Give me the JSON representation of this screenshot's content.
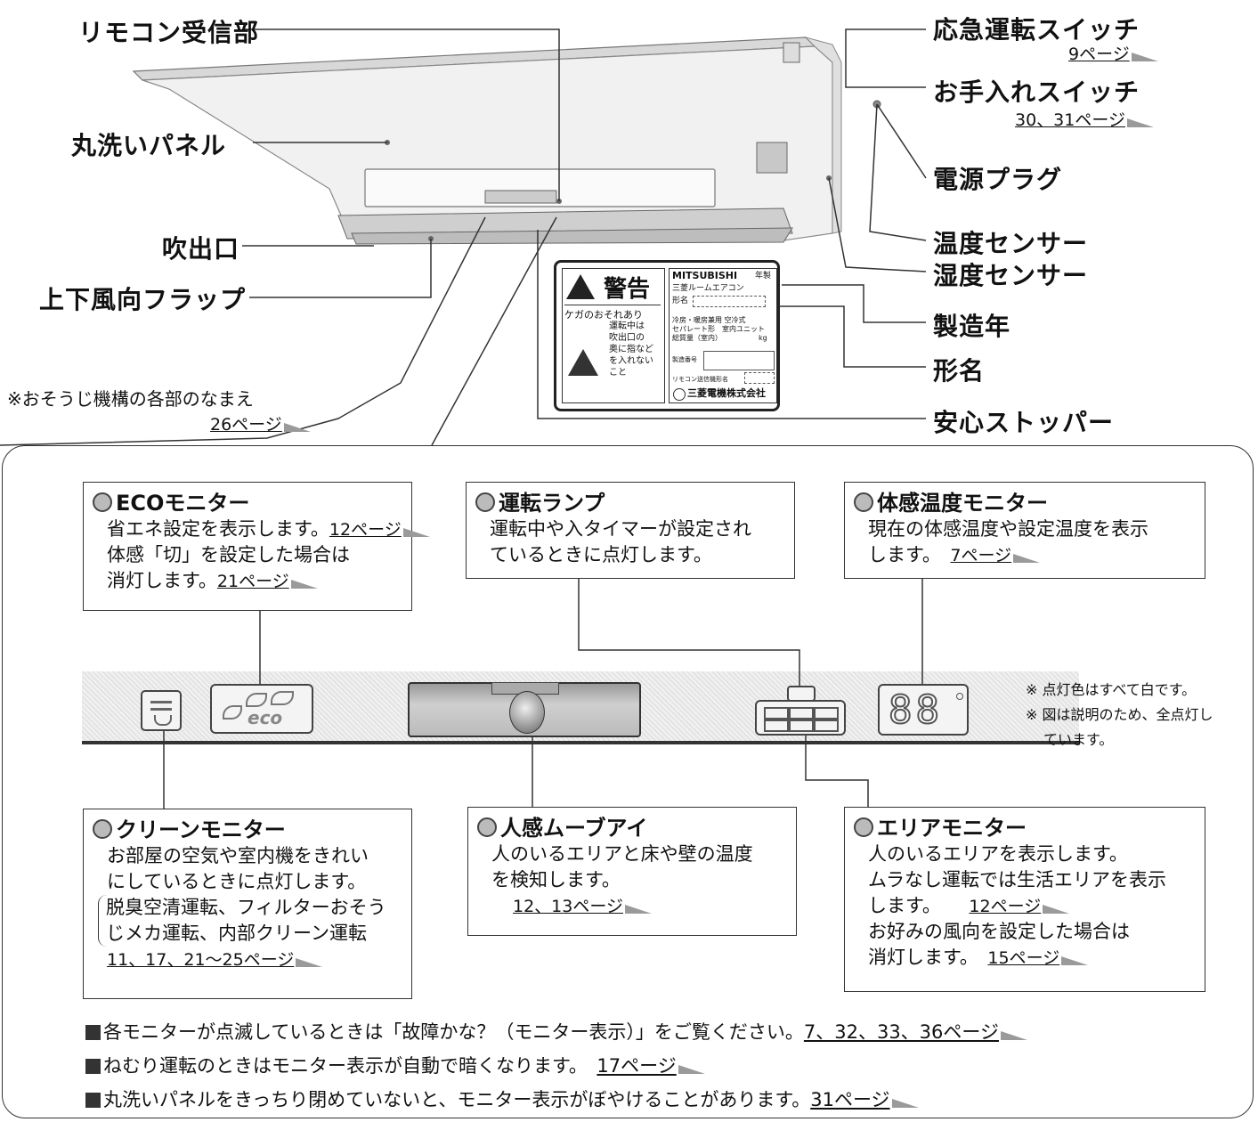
{
  "callouts": {
    "remote_receiver": "リモコン受信部",
    "washable_panel": "丸洗いパネル",
    "outlet": "吹出口",
    "flap": "上下風向フラップ",
    "emergency_switch": "応急運転スイッチ",
    "emergency_ref": "9ページ",
    "care_switch": "お手入れスイッチ",
    "care_ref": "30、31ページ",
    "power_plug": "電源プラグ",
    "temp_sensor": "温度センサー",
    "humidity_sensor": "湿度センサー",
    "manufacture_year": "製造年",
    "model_name": "形名",
    "safety_stopper": "安心ストッパー"
  },
  "cleaning_note": {
    "text": "※おそうじ機構の各部のなまえ",
    "ref": "26ページ"
  },
  "warning_label": {
    "title": "警告",
    "caution": "ケガのおそれあり",
    "body": [
      "運転中は",
      "吹出口の",
      "奥に指など",
      "を入れない",
      "こと"
    ],
    "brand": "MITSUBISHI",
    "product": "三菱ルームエアコン",
    "model_row": "形名",
    "year_tag": "年製",
    "spec": [
      "冷房・暖房兼用 空冷式",
      "セパレート形　室内ユニット",
      "総質量（室内）",
      "製造番号",
      "リモコン送信機形名"
    ],
    "weight_unit": "kg",
    "maker": "三菱電機株式会社"
  },
  "monitors": {
    "eco": {
      "title": "ECOモニター",
      "lines": [
        "省エネ設定を表示します。",
        "体感「切」を設定した場合は",
        "消灯します。"
      ],
      "ref1": "12ページ",
      "ref2": "21ページ"
    },
    "run_lamp": {
      "title": "運転ランプ",
      "lines": [
        "運転中や入タイマーが設定され",
        "ているときに点灯します。"
      ]
    },
    "body_temp": {
      "title": "体感温度モニター",
      "lines": [
        "現在の体感温度や設定温度を表示",
        "します。"
      ],
      "ref": "7ページ"
    },
    "clean": {
      "title": "クリーンモニター",
      "lines": [
        "お部屋の空気や室内機をきれい",
        "にしているときに点灯します。",
        "脱臭空清運転、フィルターおそう",
        "じメカ運転、内部クリーン運転"
      ],
      "ref": "11、17、21～25ページ"
    },
    "move_eye": {
      "title": "人感ムーブアイ",
      "lines": [
        "人のいるエリアと床や壁の温度",
        "を検知します。"
      ],
      "ref": "12、13ページ"
    },
    "area": {
      "title": "エリアモニター",
      "lines": [
        "人のいるエリアを表示します。",
        "ムラなし運転では生活エリアを表示",
        "します。",
        "お好みの風向を設定した場合は",
        "消灯します。"
      ],
      "ref1": "12ページ",
      "ref2": "15ページ"
    }
  },
  "panel": {
    "eco_label": "eco",
    "temp_display": "88",
    "notes": [
      "※ 点灯色はすべて白です。",
      "※ 図は説明のため、全点灯し",
      "ています。"
    ]
  },
  "footnotes": [
    {
      "text": "各モニターが点滅しているときは「故障かな？（モニター表示）」をご覧ください。",
      "ref": "7、32、33、36ページ"
    },
    {
      "text": "ねむり運転のときはモニター表示が自動で暗くなります。",
      "ref": "17ページ"
    },
    {
      "text": "丸洗いパネルをきっちり閉めていないと、モニター表示がぼやけることがあります。",
      "ref": "31ページ"
    }
  ],
  "colors": {
    "line": "#333333",
    "panel_gray": "#e6e6e6",
    "arrow_gray": "#9a9a9a"
  }
}
